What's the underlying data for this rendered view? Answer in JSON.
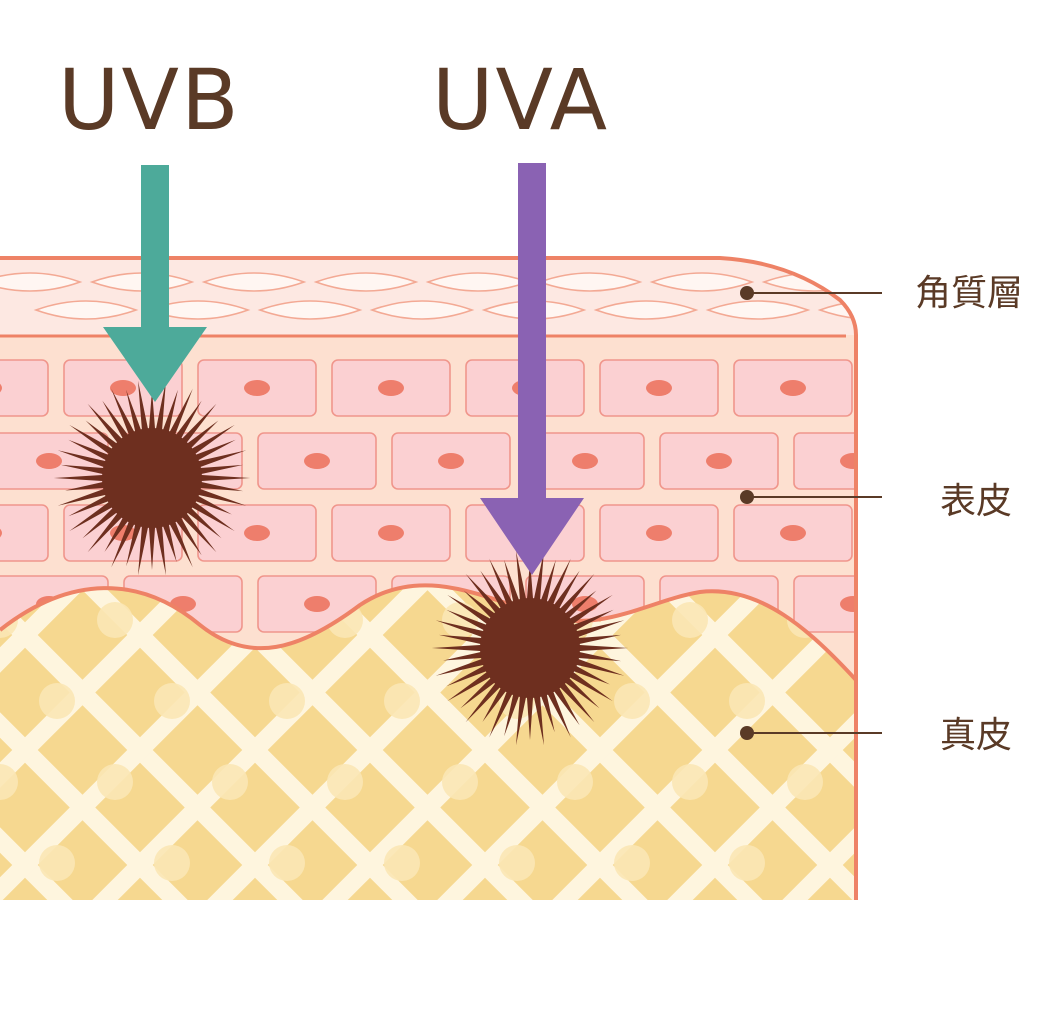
{
  "rays": {
    "uvb": {
      "label": "UVB",
      "color": "#4daa9a"
    },
    "uva": {
      "label": "UVA",
      "color": "#8a62b3"
    }
  },
  "layers": {
    "stratum_corneum": "角質層",
    "epidermis": "表皮",
    "dermis": "真皮"
  },
  "colors": {
    "text": "#5a3a26",
    "outline": "#ee8266",
    "stratum_fill": "#fde8e2",
    "epidermis_fill": "#fde0d0",
    "cell_fill": "#fbd0d2",
    "nucleus": "#ee7e6c",
    "dermis_fill": "#f6d890",
    "dermis_lattice": "#fef5de",
    "pigment": "#6e2f1f",
    "leader": "#5a3a26"
  }
}
